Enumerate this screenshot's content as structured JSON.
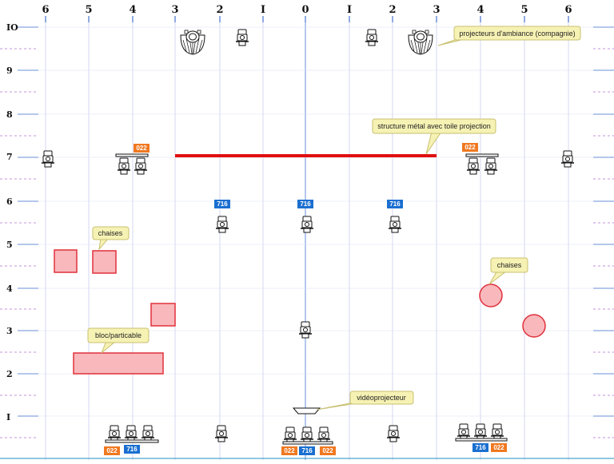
{
  "ruler": {
    "labels": [
      "6",
      "5",
      "4",
      "3",
      "2",
      "I",
      "0",
      "I",
      "2",
      "3",
      "4",
      "5",
      "6"
    ]
  },
  "rows": {
    "labels": [
      "IO",
      "9",
      "8",
      "7",
      "6",
      "5",
      "4",
      "3",
      "2",
      "I"
    ]
  },
  "annotations": {
    "ambiance": "projecteurs d'ambiance (compagnie)",
    "structure": "structure métal avec toile projection",
    "chaises_left": "chaises",
    "chaises_right": "chaises",
    "bloc": "bloc/particable",
    "video": "vidéoprojecteur"
  },
  "tags": {
    "t022": "022",
    "t716": "716"
  },
  "colors": {
    "grid": "#b9bde8",
    "axis": "#6a8fd8",
    "structure": "#e01010",
    "tag_orange": "#f07820",
    "tag_blue": "#1a6fd0",
    "block_fill": "#f8b8bc",
    "block_stroke": "#e0303c",
    "bubble_fill": "#f6f2b4",
    "bubble_stroke": "#c8c070"
  }
}
